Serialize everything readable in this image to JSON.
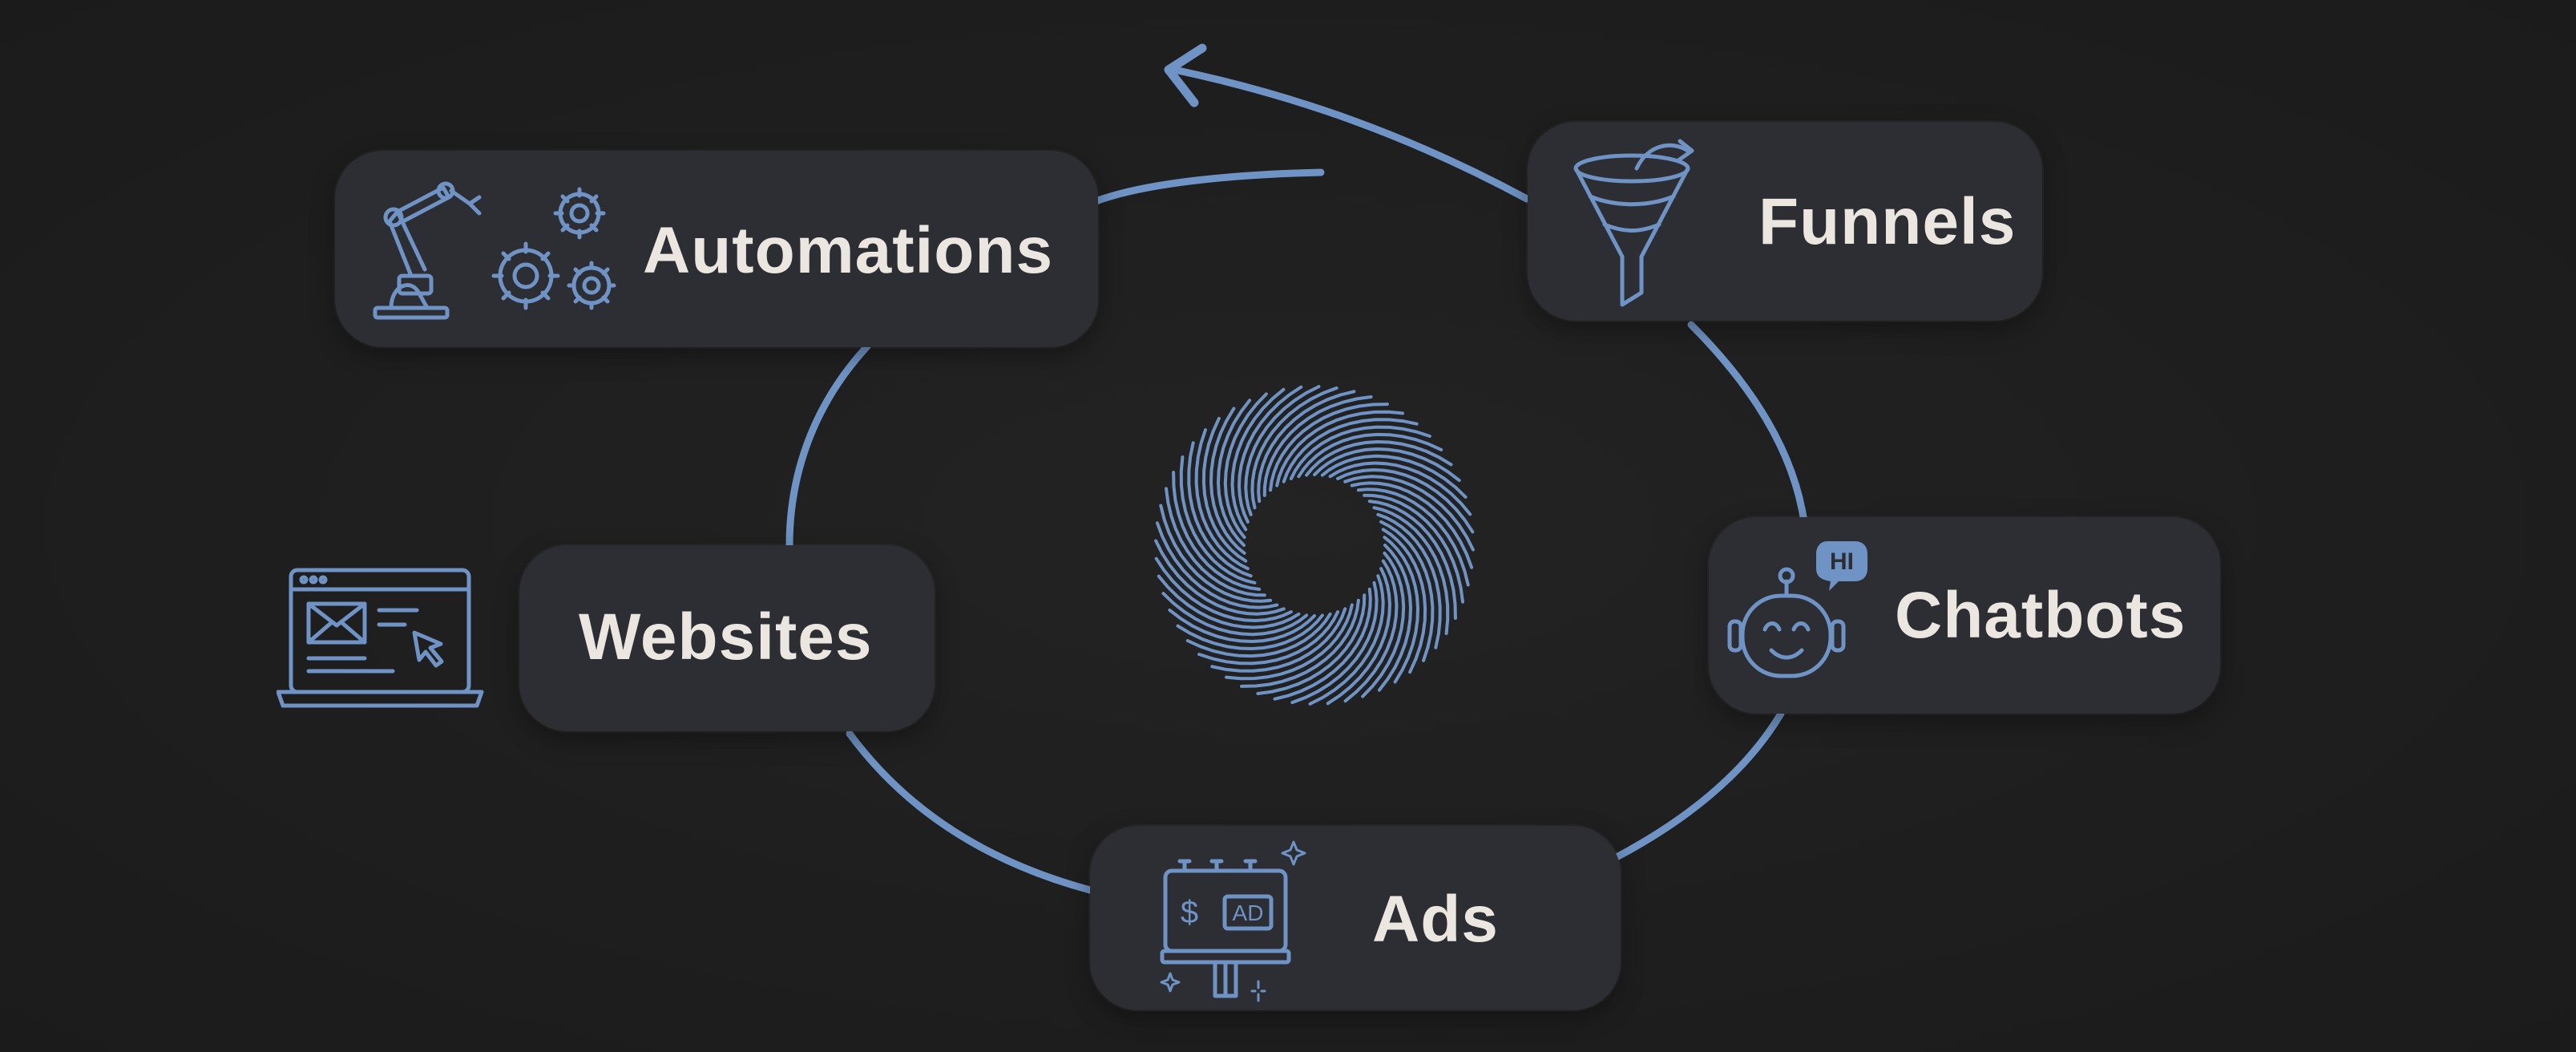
{
  "diagram": {
    "nodes": [
      {
        "id": "automations",
        "label": "Automations",
        "icon": "robot-arm-gears-icon"
      },
      {
        "id": "funnels",
        "label": "Funnels",
        "icon": "funnel-icon"
      },
      {
        "id": "websites",
        "label": "Websites",
        "icon": "laptop-icon"
      },
      {
        "id": "chatbots",
        "label": "Chatbots",
        "icon": "robot-face-icon"
      },
      {
        "id": "ads",
        "label": "Ads",
        "icon": "billboard-icon"
      }
    ],
    "chatbot_bubble_text": "HI",
    "ad_sign": {
      "currency": "$",
      "text": "AD"
    },
    "center_graphic": "spiral-vortex-icon",
    "connector": "circular-cycle-arrow"
  },
  "colors": {
    "background": "#1f1f1f",
    "node_fill": "#2d2e33",
    "accent": "#6f93c4",
    "text": "#ebe6df"
  }
}
